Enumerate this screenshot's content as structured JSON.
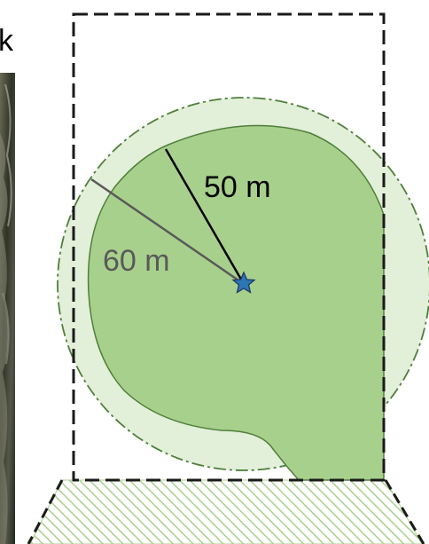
{
  "labels": {
    "corner_letter": "k",
    "radius_50": "50 m",
    "radius_60": "60 m"
  },
  "colors": {
    "inner_zone_fill": "#a8d08d",
    "outer_zone_fill": "#e2efd9",
    "zone_outline": "#4f7f3a",
    "radius_50_line": "#000000",
    "radius_60_line": "#595959",
    "star_fill": "#2e75b6",
    "star_stroke": "#1f3864",
    "hatch": "#a8d08d",
    "photo_base": "#3b3a30"
  },
  "icons": {
    "center_marker": "star-icon"
  }
}
